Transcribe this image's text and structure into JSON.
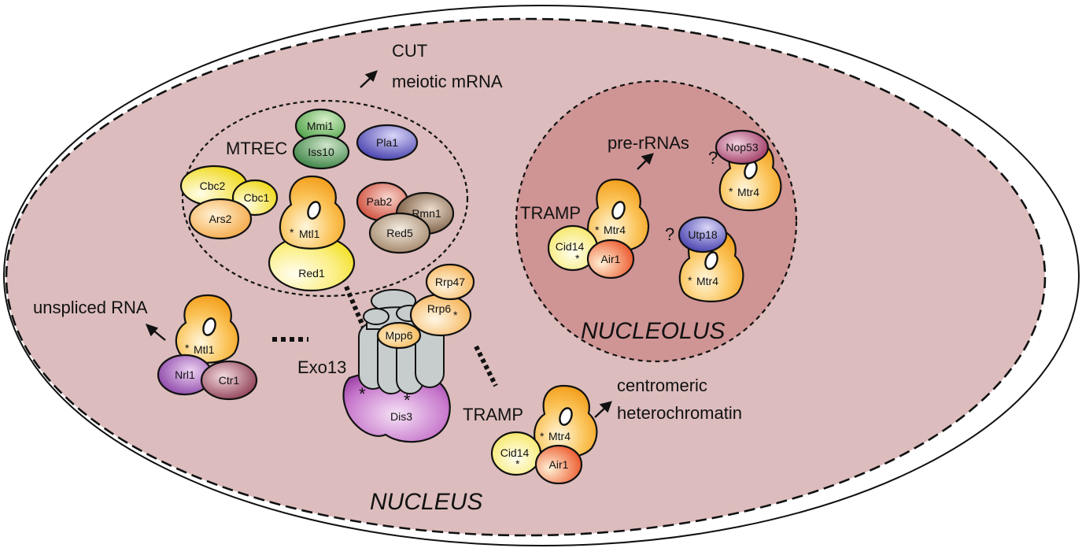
{
  "labels": {
    "cut": "CUT",
    "meiotic": "meiotic mRNA",
    "mtrec": "MTREC",
    "unspliced": "unspliced RNA",
    "exo13": "Exo13",
    "tramp_nucleolus": "TRAMP",
    "tramp_bottom": "TRAMP",
    "pre_rrnas": "pre-rRNAs",
    "centromeric": "centromeric",
    "heterochromatin": "heterochromatin",
    "nucleolus": "NUCLEOLUS",
    "nucleus": "NUCLEUS",
    "q1": "?",
    "q2": "?"
  },
  "proteins": {
    "mmi1": "Mmi1",
    "iss10": "Iss10",
    "pla1": "Pla1",
    "cbc2": "Cbc2",
    "cbc1": "Cbc1",
    "ars2": "Ars2",
    "mtl1_mtrec": "Mtl1",
    "red1": "Red1",
    "pab2": "Pab2",
    "rmn1": "Rmn1",
    "red5": "Red5",
    "rrp47": "Rrp47",
    "rrp6": "Rrp6",
    "mpp6": "Mpp6",
    "dis3": "Dis3",
    "mtl1_left": "Mtl1",
    "nrl1": "Nrl1",
    "ctr1": "Ctr1",
    "mtr4_tramp1": "Mtr4",
    "cid14_1": "Cid14",
    "air1_1": "Air1",
    "nop53": "Nop53",
    "mtr4_nop53": "Mtr4",
    "utp18": "Utp18",
    "mtr4_utp18": "Mtr4",
    "mtr4_tramp2": "Mtr4",
    "cid14_2": "Cid14",
    "air1_2": "Air1"
  },
  "marks": {
    "asterisk": "*"
  },
  "colors": {
    "cell_fill": "#ffffff",
    "nucleus_fill": "#dcbcbc",
    "nucleolus_fill": "#cf9494",
    "mtr4_orange": "#f6a623",
    "grey_exosome": "#c7cccc"
  }
}
